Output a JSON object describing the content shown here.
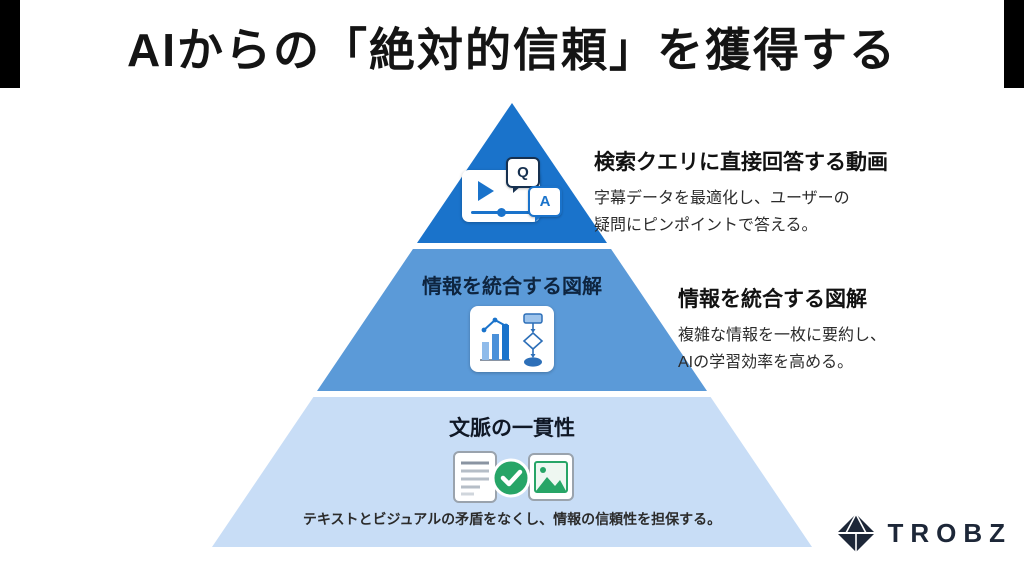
{
  "title": "AIからの「絶対的信頼」を獲得する",
  "pyramid": {
    "tier1": {
      "icon": "video-player-with-qa-bubbles",
      "bubble_q": "Q",
      "bubble_a": "A",
      "color": "#1a73cb"
    },
    "tier2": {
      "label": "情報を統合する図解",
      "icon": "chart-and-flowchart",
      "color": "#5b9ad8"
    },
    "tier3": {
      "label": "文脈の一貫性",
      "caption": "テキストとビジュアルの矛盾をなくし、情報の信頼性を担保する。",
      "icons": [
        "document",
        "check-circle",
        "image"
      ],
      "color": "#c8ddf6"
    }
  },
  "annotations": {
    "video": {
      "title": "検索クエリに直接回答する動画",
      "line1": "字幕データを最適化し、ユーザーの",
      "line2": "疑問にピンポイントで答える。"
    },
    "diagram": {
      "title": "情報を統合する図解",
      "line1": "複雑な情報を一枚に要約し、",
      "line2": "AIの学習効率を高める。"
    }
  },
  "logo": {
    "text": "TROBZ",
    "color": "#1d2738"
  },
  "frame": {
    "letterbox_color": "#000000"
  }
}
